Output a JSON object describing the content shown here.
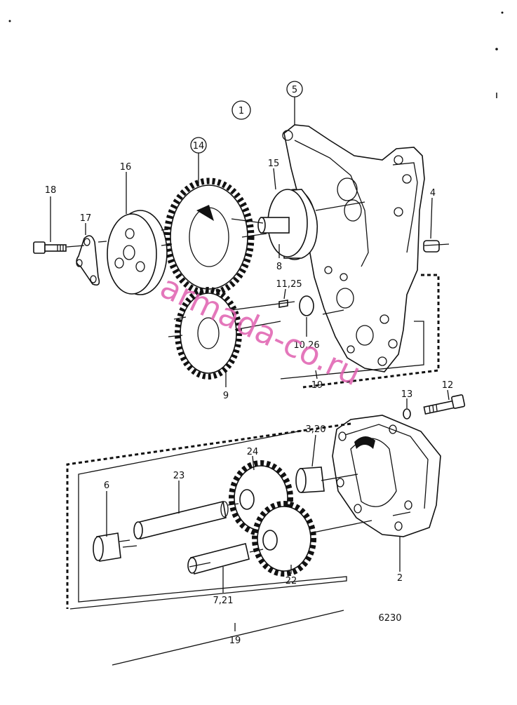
{
  "diagram": {
    "callouts": {
      "c1": "1",
      "c5": "5",
      "c14": "14",
      "c16": "16",
      "c15": "15",
      "c18": "18",
      "c17": "17",
      "c4": "4",
      "c8": "8",
      "c11_25": "11,25",
      "c10_26": "10,26",
      "c9": "9",
      "c19a": "19",
      "c13": "13",
      "c12": "12",
      "c3_20": "3,20",
      "c24": "24",
      "c6": "6",
      "c23": "23",
      "c22": "22",
      "c2": "2",
      "c7_21": "7,21",
      "c19b": "19"
    },
    "figure_number": "6230",
    "watermark": "armada-co.ru"
  }
}
